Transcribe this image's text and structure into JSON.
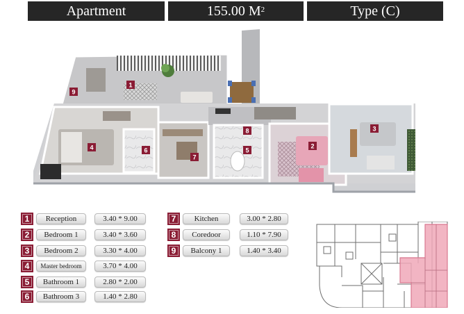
{
  "header": {
    "title": "Apartment",
    "area": "155.00 M",
    "area_unit_sup": "2",
    "type": "Type (C)"
  },
  "plan_markers": [
    "1",
    "2",
    "3",
    "4",
    "5",
    "6",
    "7",
    "8",
    "9"
  ],
  "rooms": [
    {
      "num": "1",
      "name": "Reception",
      "size": "3.40 * 9.00"
    },
    {
      "num": "2",
      "name": "Bedroom 1",
      "size": "3.40 * 3.60"
    },
    {
      "num": "3",
      "name": "Bedroom 2",
      "size": "3.30 * 4.00"
    },
    {
      "num": "4",
      "name": "Master bedroom",
      "size": "3.70 * 4.00"
    },
    {
      "num": "5",
      "name": "Bathroom 1",
      "size": "2.80 * 2.00"
    },
    {
      "num": "6",
      "name": "Bathroom 3",
      "size": "1.40 * 2.80"
    },
    {
      "num": "7",
      "name": "Kitchen",
      "size": "3.00 * 2.80"
    },
    {
      "num": "8",
      "name": "Coredoor",
      "size": "1.10 * 7.90"
    },
    {
      "num": "9",
      "name": "Balcony 1",
      "size": "1.40 * 3.40"
    }
  ],
  "colors": {
    "header_bg": "#262626",
    "badge": "#8a1c34",
    "highlight": "#f0a8b8"
  }
}
